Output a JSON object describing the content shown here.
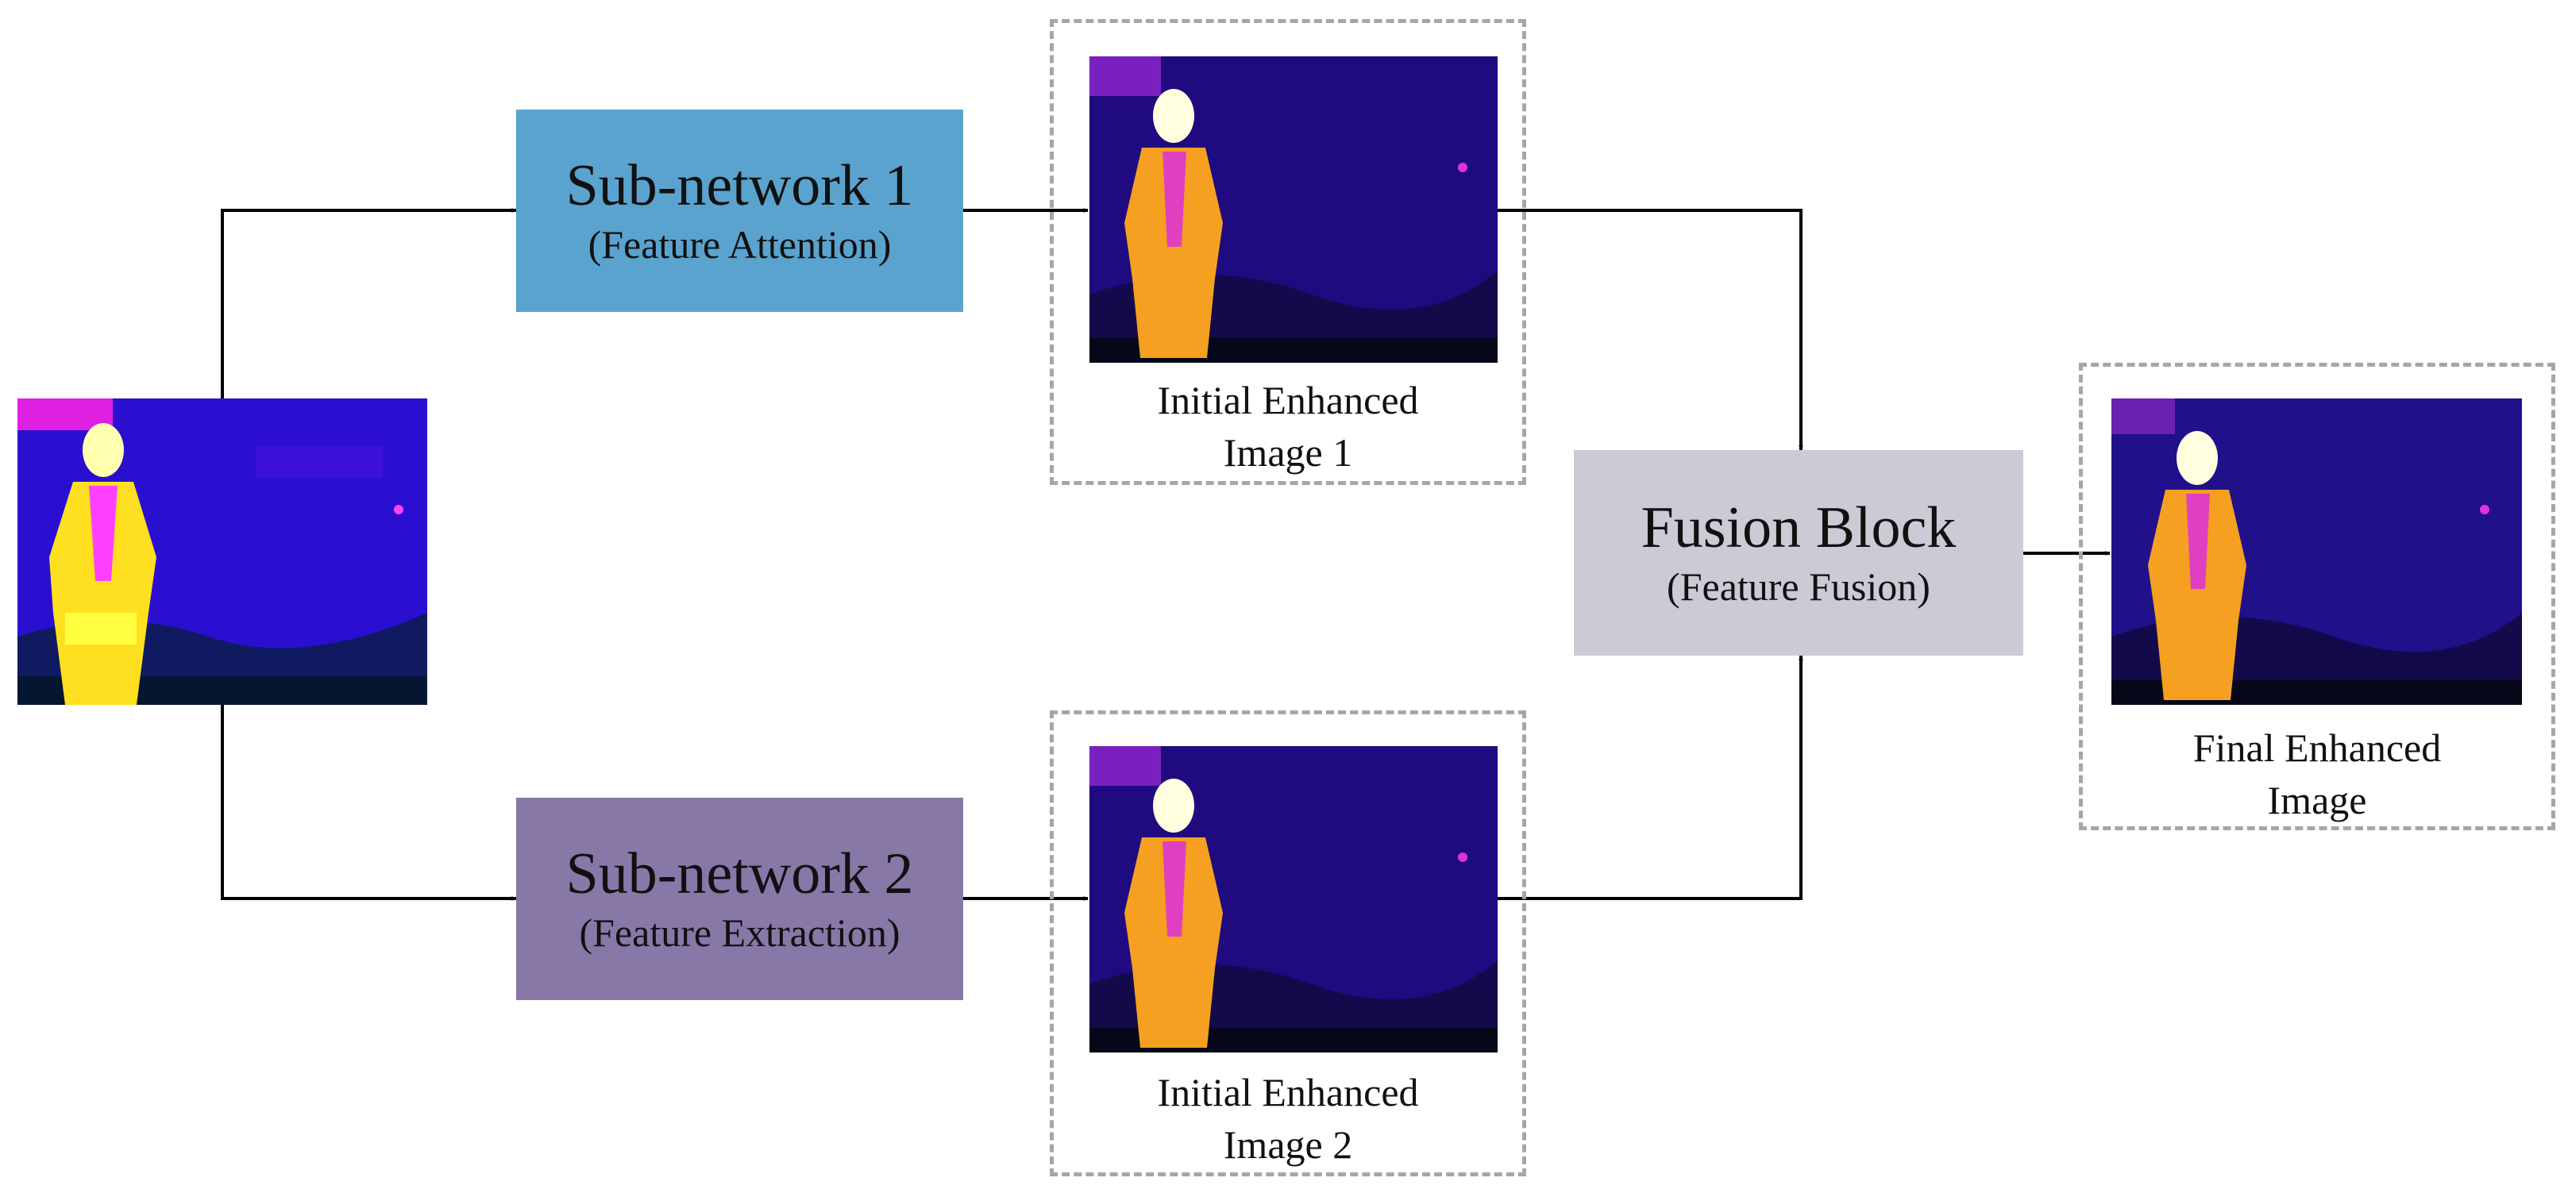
{
  "subnet1": {
    "title": "Sub-network 1",
    "subtitle": "(Feature Attention)",
    "color": "#5ba3cf"
  },
  "subnet2": {
    "title": "Sub-network 2",
    "subtitle": "(Feature  Extraction)",
    "color": "#8878a8"
  },
  "fusion": {
    "title": "Fusion Block",
    "subtitle": "(Feature Fusion)",
    "color": "#cbcbd6"
  },
  "outputs": {
    "initial1": [
      "Initial Enhanced",
      "Image 1"
    ],
    "initial2": [
      "Initial Enhanced",
      "Image 2"
    ],
    "final": [
      "Final Enhanced",
      "Image"
    ]
  },
  "colors": {
    "arrow": "#000000",
    "dashed_border": "#a6a6a6",
    "thermal_background": "#2a0a8c",
    "thermal_hot": "#ffd400"
  }
}
